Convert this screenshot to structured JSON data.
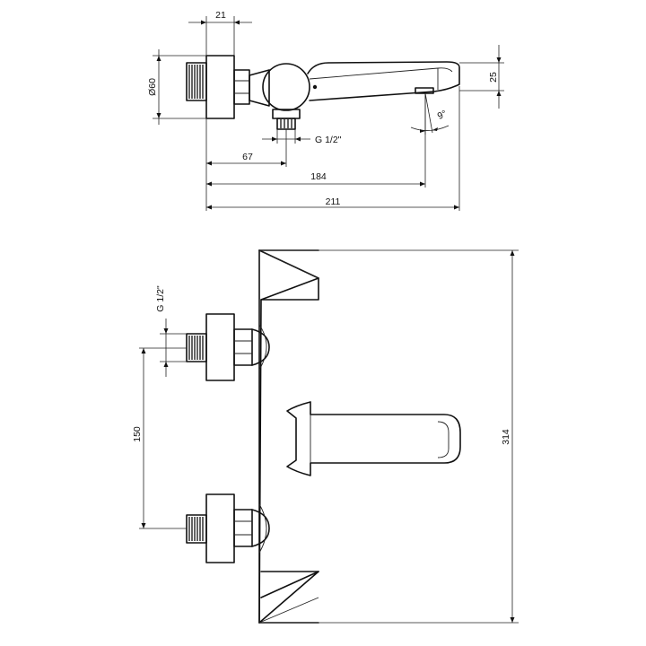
{
  "drawing": {
    "top_view": {
      "dimensions": {
        "body_width": "21",
        "flange_diameter": "Ø60",
        "spout_height": "25",
        "connection_thread": "G 1/2\"",
        "center_to_outlet": "67",
        "wall_to_spout_outlet": "184",
        "overall_depth": "211",
        "spout_angle": "9°"
      }
    },
    "front_view": {
      "dimensions": {
        "connection_thread": "G 1/2\"",
        "inlet_spacing": "150",
        "overall_width": "314"
      }
    }
  }
}
